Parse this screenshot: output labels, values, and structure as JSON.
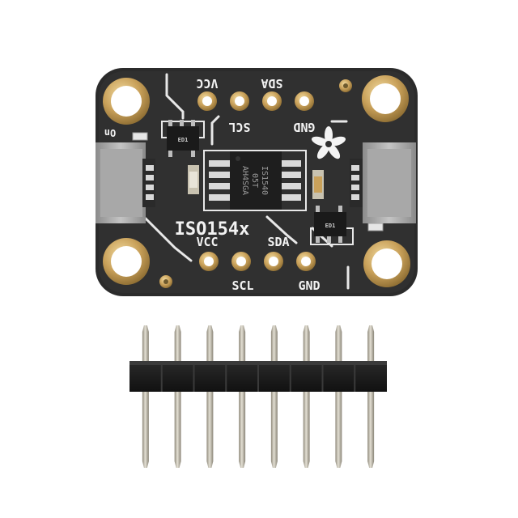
{
  "board": {
    "title": "ISO154x",
    "top_labels": {
      "vcc": "VCC",
      "sda": "SDA",
      "scl": "SCL",
      "gnd": "GND"
    },
    "bottom_labels": {
      "vcc": "VCC",
      "scl": "SCL",
      "sda": "SDA",
      "gnd": "GND"
    },
    "indicator": "On",
    "chip": {
      "line1": "IS1540",
      "line2": "05T",
      "line3": "AH4SGA"
    },
    "small_chip_marking": "ED1"
  },
  "colors": {
    "pcb": "#2b2b2b",
    "gold": "#c9a15a",
    "header_plastic": "#1c1c1c",
    "pin_metal": "#c7c2b4"
  },
  "header": {
    "pin_count": 8
  }
}
